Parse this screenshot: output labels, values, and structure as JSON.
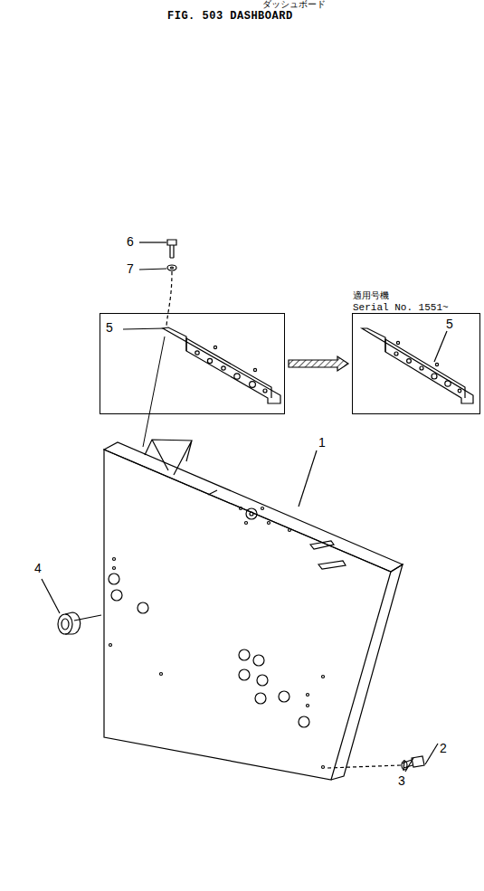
{
  "diagram": {
    "title": "FIG. 503 DASHBOARD",
    "nodes": [
      {
        "text": [
          "5"
        ]
      },
      {
        "text": [
          "適用号機",
          "Serial No. 1551~",
          "5"
        ]
      }
    ],
    "edges": [
      {
        "from": 0,
        "to": 1,
        "arrow": "to"
      }
    ],
    "labels": [
      "ダッシュボード",
      "6",
      "7",
      "1",
      "4",
      "3",
      "2"
    ]
  }
}
